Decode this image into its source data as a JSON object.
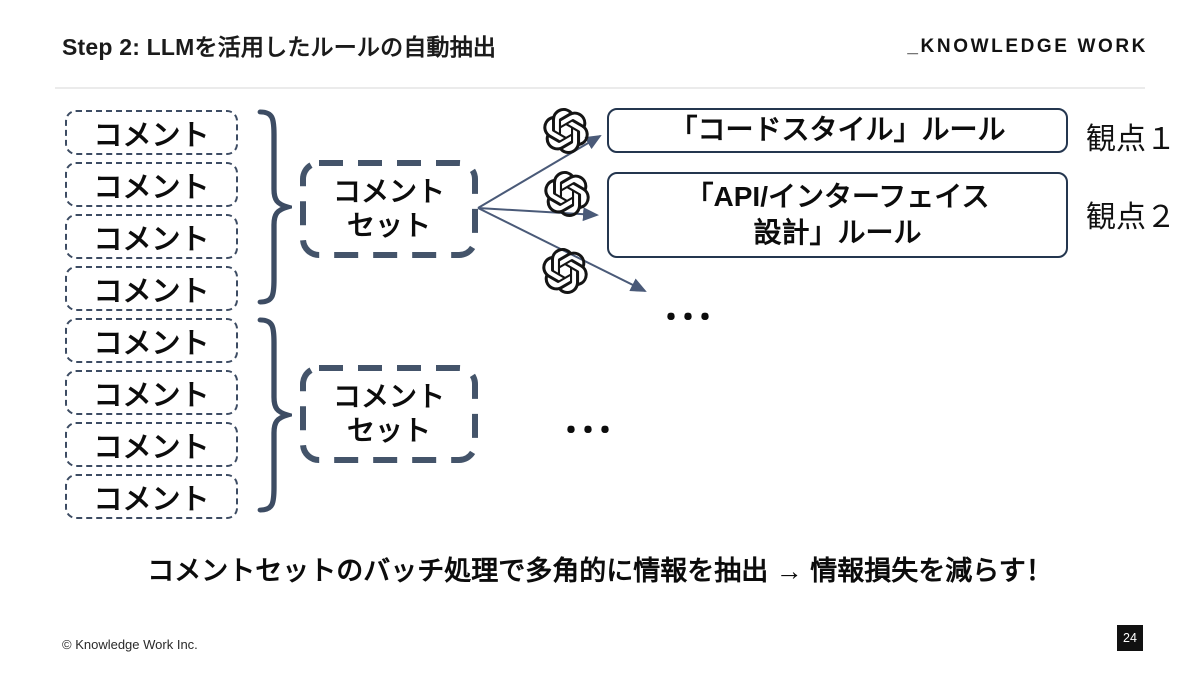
{
  "header": {
    "title": "Step 2: LLMを活用したルールの自動抽出",
    "brand": "_KNOWLEDGE WORK"
  },
  "diagram": {
    "groups": [
      {
        "items": [
          "コメント",
          "コメント",
          "コメント",
          "コメント"
        ],
        "set_label": "コメント\nセット"
      },
      {
        "items": [
          "コメント",
          "コメント",
          "コメント",
          "コメント"
        ],
        "set_label": "コメント\nセット"
      }
    ],
    "rules": [
      {
        "label": "「コードスタイル」ルール",
        "viewpoint": "観点１"
      },
      {
        "label": "「API/インターフェイス\n設計」ルール",
        "viewpoint": "観点２"
      }
    ],
    "rules_ellipsis": "・・・",
    "sets_ellipsis": "・・・",
    "message": "コメントセットのバッチ処理で多角的に情報を抽出 → 情報損失を減らす！"
  },
  "icons": {
    "llm": "openai-logo"
  },
  "colors": {
    "shape_outline": "#3d4c63",
    "set_outline": "#44546a",
    "rule_border": "#24364f",
    "arrow": "#4a5a78",
    "badge_bg": "#111111"
  },
  "footer": {
    "copyright": "© Knowledge Work Inc.",
    "page_number": "24"
  }
}
